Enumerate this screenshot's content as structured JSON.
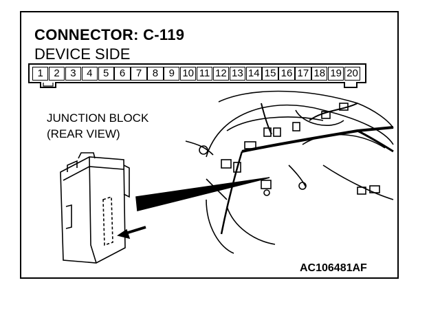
{
  "header": {
    "title": "CONNECTOR: C-119",
    "subtitle": "DEVICE SIDE"
  },
  "connector": {
    "pins": [
      "1",
      "2",
      "3",
      "4",
      "5",
      "6",
      "7",
      "8",
      "9",
      "10",
      "11",
      "12",
      "13",
      "14",
      "15",
      "16",
      "17",
      "18",
      "19",
      "20"
    ]
  },
  "callout": {
    "line1": "JUNCTION BLOCK",
    "line2": "(REAR VIEW)"
  },
  "figure_code": "AC106481AF"
}
